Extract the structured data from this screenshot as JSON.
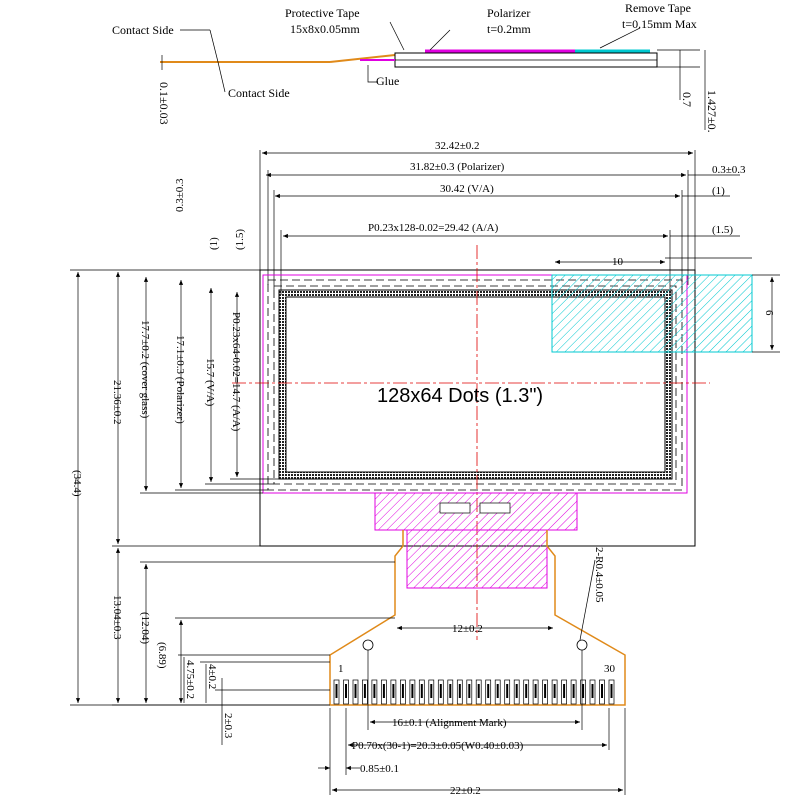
{
  "side_view": {
    "contact_side_top": "Contact Side",
    "contact_side_bottom": "Contact Side",
    "protective_tape_title": "Protective Tape",
    "protective_tape_dims": "15x8x0.05mm",
    "polarizer_title": "Polarizer",
    "polarizer_thickness": "t=0.2mm",
    "remove_tape_title": "Remove Tape",
    "remove_tape_thickness": "t=0.15mm Max",
    "glue": "Glue",
    "thickness_fpc": "0.1±0.03",
    "thickness_glass": "0.7",
    "thickness_total": "1.427±0."
  },
  "front_view": {
    "dim_width_total": "32.42±0.2",
    "dim_width_polarizer": "31.82±0.3 (Polarizer)",
    "dim_width_va": "30.42 (V/A)",
    "dim_width_aa": "P0.23x128-0.02=29.42 (A/A)",
    "dim_right_03": "0.3±0.3",
    "dim_right_1": "(1)",
    "dim_right_15": "(1.5)",
    "dim_left_03": "0.3±0.3",
    "dim_left_1": "(1)",
    "dim_left_15": "(1.5)",
    "dim_tape_width": "10",
    "dim_tape_height": "6",
    "dim_height_total": "(34.4)",
    "dim_height_glass": "21.36±0.2",
    "dim_height_cover": "17.7±0.2 (cover glass)",
    "dim_height_polarizer": "17.1±0.3 (Polarizer)",
    "dim_height_va": "15.7 (V/A)",
    "dim_height_aa": "P0.23x64-0.02=14.7 (A/A)",
    "resolution_label": "128x64 Dots (1.3\")",
    "dim_fpc_1304": "13.04±0.3",
    "dim_fpc_1204": "(12.04)",
    "dim_fpc_689": "(6.89)",
    "dim_fpc_475": "4.75±0.2",
    "dim_fpc_4": "4±0.2",
    "dim_fpc_2": "2±0.3",
    "dim_fpc_radius": "2-R0.4±0.05",
    "dim_fpc_12": "12±0.2",
    "dim_alignment": "16±0.1 (Alignment Mark)",
    "dim_pitch": "P0.70x(30-1)=20.3±0.05(W0.40±0.03)",
    "dim_edge": "0.85±0.1",
    "dim_fpc_width": "22±0.2",
    "pin_first": "1",
    "pin_last": "30"
  },
  "colors": {
    "polarizer": "#e000e0",
    "remove_tape": "#00c8d0",
    "fpc": "#e08a1a",
    "ic_hatch": "#e000e0",
    "center_line": "#e00000"
  }
}
